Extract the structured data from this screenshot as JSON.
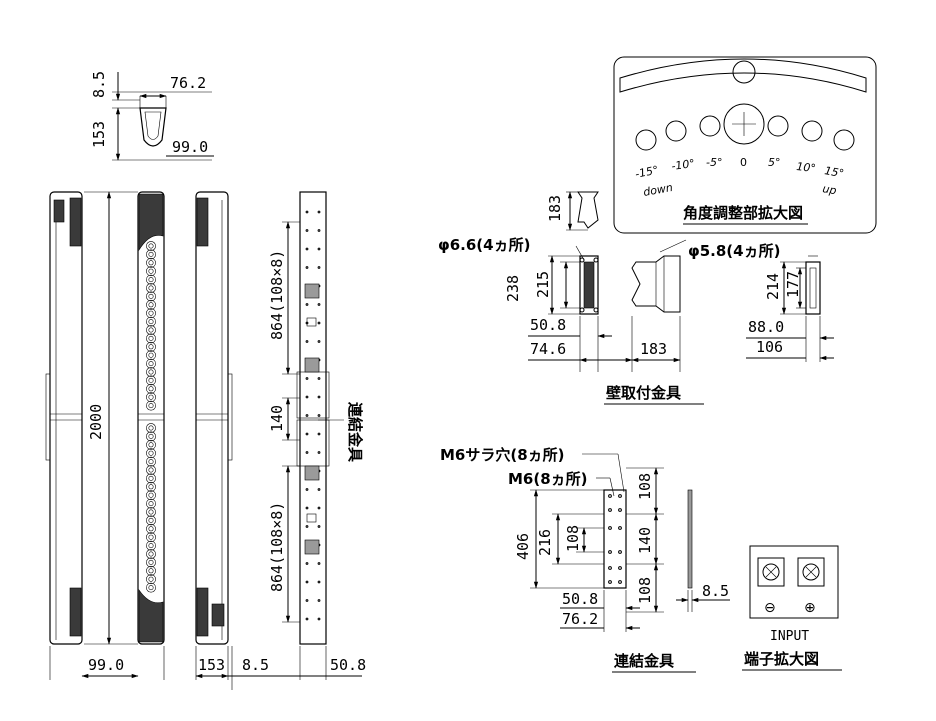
{
  "top_view": {
    "dim_top": "8.5",
    "dim_width": "76.2",
    "dim_depth": "153",
    "dim_full": "99.0"
  },
  "front_views": {
    "height": "2000",
    "bottom_width": "99.0",
    "bottom_depth": "153",
    "bottom_gap": "8.5",
    "bottom_back": "50.8",
    "pitch_upper": "864(108×8)",
    "pitch_lower": "864(108×8)",
    "joint": "140",
    "joint_label": "連結金具"
  },
  "angle_detail": {
    "title": "角度調整部拡大図",
    "angles": [
      "-15°",
      "-10°",
      "-5°",
      "0",
      "5°",
      "10°",
      "15°"
    ],
    "down": "down",
    "up": "up"
  },
  "wall_bracket": {
    "title": "壁取付金具",
    "hole_a": "φ6.6(4ヵ所)",
    "hole_b": "φ5.8(4ヵ所)",
    "d183_top": "183",
    "d238": "238",
    "d215": "215",
    "d50_8": "50.8",
    "d74_6": "74.6",
    "d183_bottom": "183",
    "d214": "214",
    "d177": "177",
    "d88_0": "88.0",
    "d106": "106"
  },
  "joint_bracket": {
    "title": "連結金具",
    "m6_countersunk": "M6サラ穴(8ヵ所)",
    "m6": "M6(8ヵ所)",
    "d406": "406",
    "d216": "216",
    "d108_mid": "108",
    "d108_top": "108",
    "d140": "140",
    "d108_bottom": "108",
    "d50_8": "50.8",
    "d76_2": "76.2",
    "d8_5": "8.5"
  },
  "terminal_detail": {
    "title": "端子拡大図",
    "input": "INPUT",
    "minus": "⊖",
    "plus": "⊕"
  }
}
